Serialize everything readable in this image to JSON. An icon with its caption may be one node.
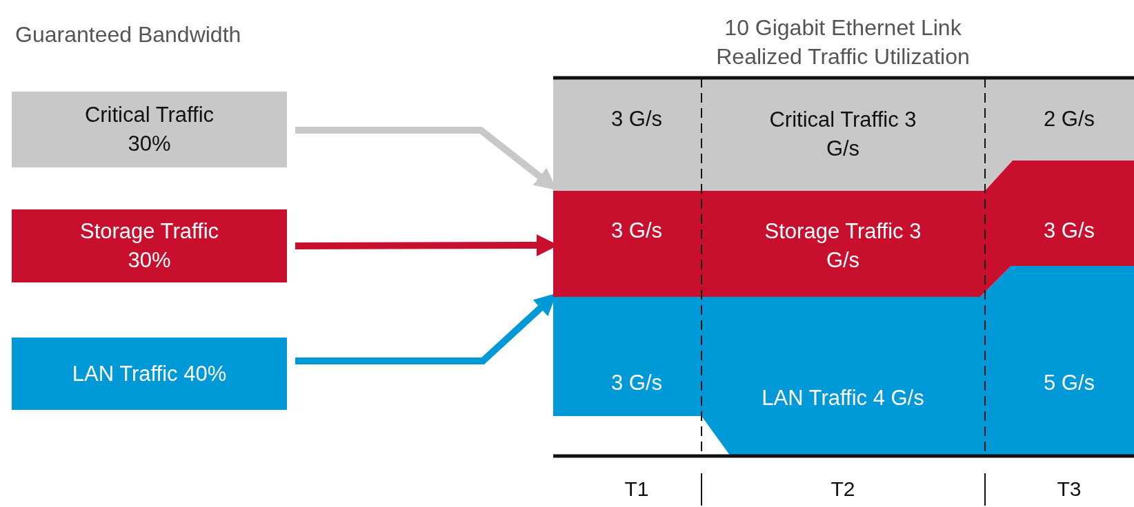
{
  "diagram": {
    "nodes": [
      {
        "text": [
          "Critical Traffic 30%"
        ]
      },
      {
        "text": [
          "Storage Traffic 30%"
        ]
      },
      {
        "text": [
          "LAN Traffic 40%"
        ]
      },
      {
        "text": [
          "3 G/s",
          "Critical Traffic 3 G/s",
          "2 G/s"
        ]
      },
      {
        "text": [
          "3 G/s",
          "Storage Traffic 3 G/s",
          "3 G/s"
        ]
      },
      {
        "text": [
          "3 G/s",
          "LAN Traffic 4 G/s",
          "5 G/s"
        ]
      }
    ],
    "edges": [
      {
        "from": 0,
        "to": 3,
        "arrow": "to",
        "color": "#c8c8c8"
      },
      {
        "from": 1,
        "to": 4,
        "arrow": "to",
        "color": "#c8102e"
      },
      {
        "from": 2,
        "to": 5,
        "arrow": "to",
        "color": "#0099d8"
      }
    ],
    "labels": [
      "Guaranteed Bandwidth",
      "10 Gigabit Ethernet Link Realized Traffic Utilization",
      "T1",
      "T2",
      "T3"
    ]
  }
}
